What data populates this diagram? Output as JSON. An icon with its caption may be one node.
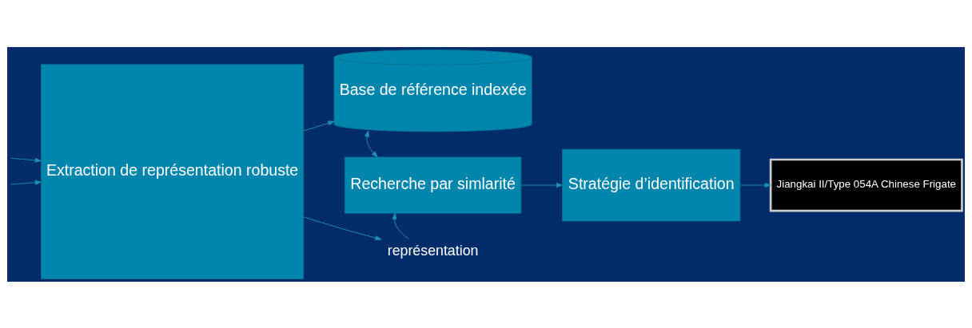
{
  "diagram": {
    "nodes": [
      {
        "text": [
          "Extraction de représentation robuste"
        ]
      },
      {
        "text": [
          "Base de référence indexée"
        ]
      },
      {
        "text": [
          "Recherche par simlarité"
        ]
      },
      {
        "text": [
          "Stratégie d’identification"
        ]
      },
      {
        "text": [
          "Jiangkai II/Type 054A Chinese Frigate"
        ]
      },
      {
        "text": [
          "représentation"
        ]
      }
    ],
    "edges": [
      {
        "from": null,
        "to": 0,
        "arrow": "to"
      },
      {
        "from": null,
        "to": 0,
        "arrow": "to"
      },
      {
        "from": 0,
        "to": 1,
        "arrow": "to"
      },
      {
        "from": 0,
        "to": 5,
        "arrow": "to"
      },
      {
        "from": 1,
        "to": 2,
        "arrow": "both"
      },
      {
        "from": 5,
        "to": 2,
        "arrow": "to"
      },
      {
        "from": 2,
        "to": 3,
        "arrow": "to"
      },
      {
        "from": 3,
        "to": 4,
        "arrow": "to"
      }
    ]
  }
}
